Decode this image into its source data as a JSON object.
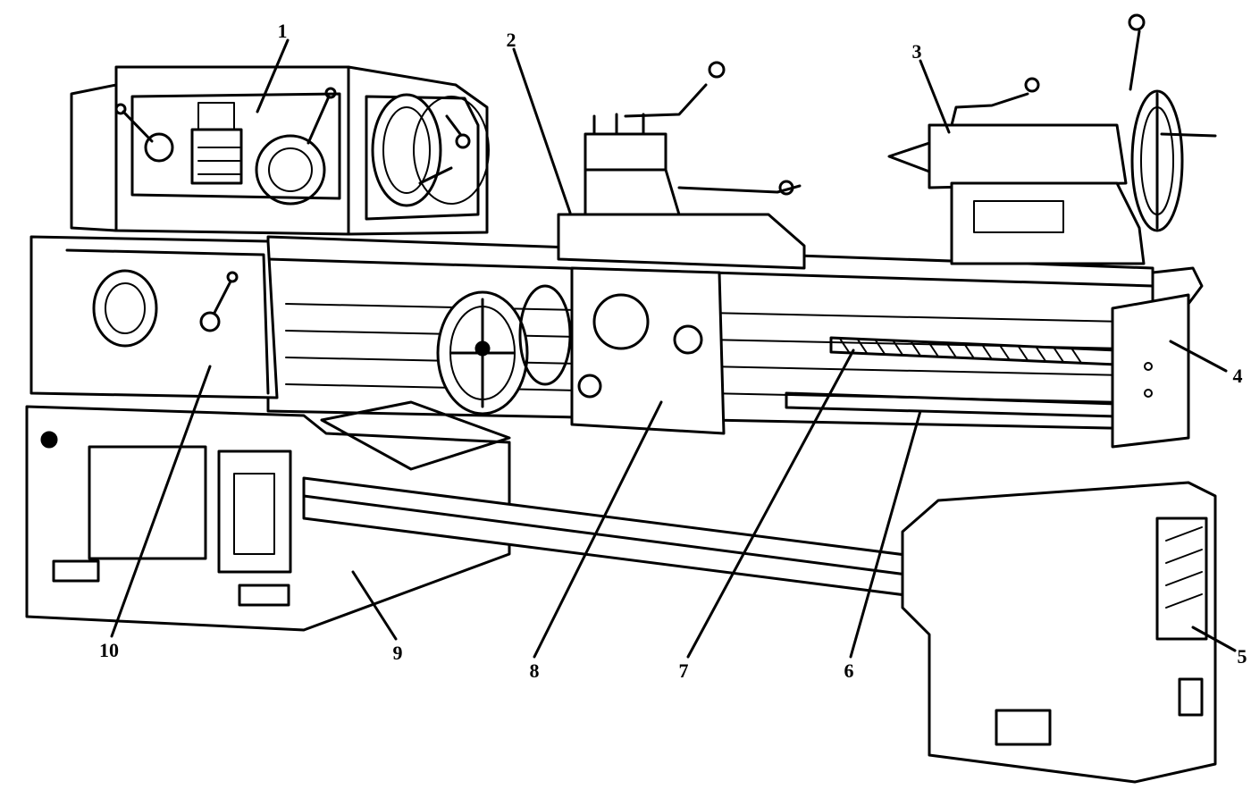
{
  "diagram": {
    "subject": "lathe",
    "callouts": [
      {
        "id": "1",
        "label": "1"
      },
      {
        "id": "2",
        "label": "2"
      },
      {
        "id": "3",
        "label": "3"
      },
      {
        "id": "4",
        "label": "4"
      },
      {
        "id": "5",
        "label": "5"
      },
      {
        "id": "6",
        "label": "6"
      },
      {
        "id": "7",
        "label": "7"
      },
      {
        "id": "8",
        "label": "8"
      },
      {
        "id": "9",
        "label": "9"
      },
      {
        "id": "10",
        "label": "10"
      }
    ]
  },
  "style": {
    "ink_color": "#000000",
    "background_color": "#ffffff"
  }
}
